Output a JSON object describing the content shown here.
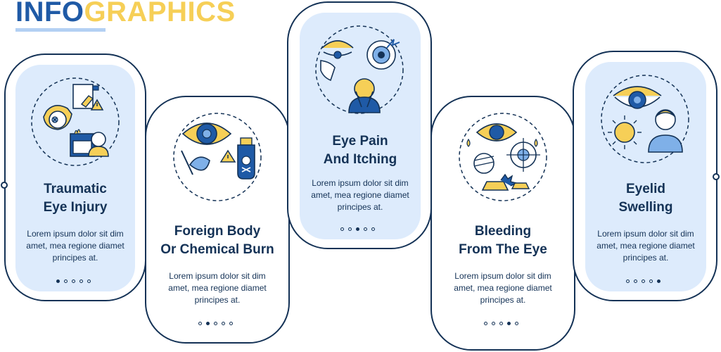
{
  "header": {
    "title_part1": "INFO",
    "title_part2": "GRAPHICS"
  },
  "colors": {
    "navy": "#143256",
    "panel": "#ddebfc",
    "yellow": "#f6cf57",
    "blue": "#1f5aa6",
    "underline": "#b3d0f3"
  },
  "cards": [
    {
      "title_line1": "Traumatic",
      "title_line2": "Eye Injury",
      "body_line1": "Lorem ipsum dolor sit dim",
      "body_line2": "amet, mea regione diamet",
      "body_line3": "principes at.",
      "active_dot": 0,
      "icon": "traumatic-eye-injury-icon"
    },
    {
      "title_line1": "Foreign Body",
      "title_line2": "Or Chemical Burn",
      "body_line1": "Lorem ipsum dolor sit dim",
      "body_line2": "amet, mea regione diamet",
      "body_line3": "principes at.",
      "active_dot": 1,
      "icon": "foreign-body-chemical-icon"
    },
    {
      "title_line1": "Eye Pain",
      "title_line2": "And Itching",
      "body_line1": "Lorem ipsum dolor sit dim",
      "body_line2": "amet, mea regione diamet",
      "body_line3": "principes at.",
      "active_dot": 2,
      "icon": "eye-pain-itching-icon"
    },
    {
      "title_line1": "Bleeding",
      "title_line2": "From The Eye",
      "body_line1": "Lorem ipsum dolor sit dim",
      "body_line2": "amet, mea regione diamet",
      "body_line3": "principes at.",
      "active_dot": 3,
      "icon": "bleeding-eye-icon"
    },
    {
      "title_line1": "Eyelid",
      "title_line2": "Swelling",
      "body_line1": "Lorem ipsum dolor sit dim",
      "body_line2": "amet, mea regione diamet",
      "body_line3": "principes at.",
      "active_dot": 4,
      "icon": "eyelid-swelling-icon"
    }
  ]
}
